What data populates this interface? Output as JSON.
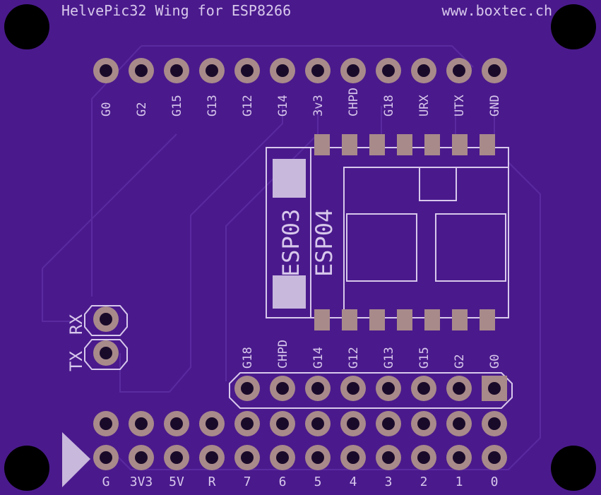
{
  "board": {
    "title": "HelvePic32 Wing for ESP8266",
    "url": "www.boxtec.ch",
    "colors": {
      "substrate": "#4a1a8c",
      "silkscreen": "#d8c8ec",
      "copper_pad": "#a88a8a",
      "hole": "#1a0a2a",
      "trace": "#5a2aa0"
    }
  },
  "top_header": {
    "labels": [
      "G0",
      "G2",
      "G15",
      "G13",
      "G12",
      "G14",
      "3v3",
      "CHPD",
      "G18",
      "URX",
      "UTX",
      "GND"
    ]
  },
  "module": {
    "label_esp03": "ESP03",
    "label_esp04": "ESP04"
  },
  "serial": {
    "tx_label": "TX",
    "rx_label": "RX"
  },
  "mid_header": {
    "labels": [
      "G18",
      "CHPD",
      "G14",
      "G12",
      "G13",
      "G15",
      "G2",
      "G0"
    ]
  },
  "bottom_header": {
    "labels": [
      "G",
      "3V3",
      "5V",
      "R",
      "7",
      "6",
      "5",
      "4",
      "3",
      "2",
      "1",
      "0"
    ]
  }
}
